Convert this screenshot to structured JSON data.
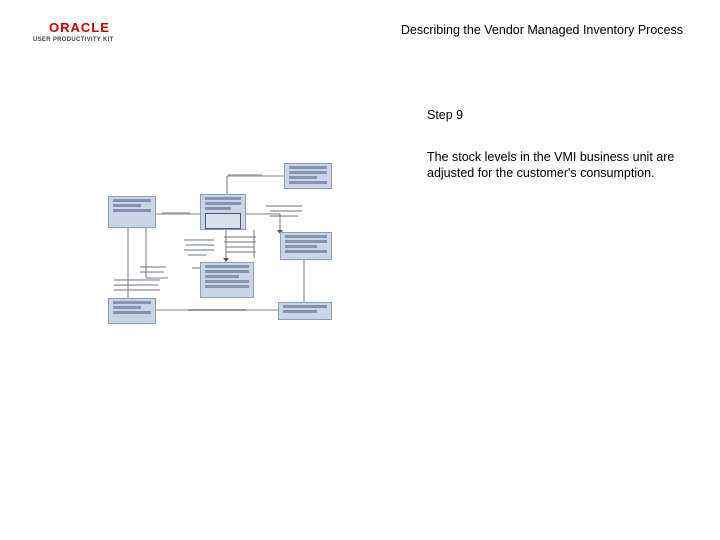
{
  "header": {
    "logo_text": "ORACLE",
    "logo_subtext": "USER PRODUCTIVITY KIT",
    "title": "Describing the Vendor Managed Inventory Process"
  },
  "content": {
    "step_label": "Step 9",
    "description": "The stock levels in the VMI business unit are adjusted for the customer's consumption."
  },
  "colors": {
    "logo_red": "#cc0000",
    "diagram_box": "#c9d5e6",
    "diagram_border": "#8aa0bd"
  }
}
